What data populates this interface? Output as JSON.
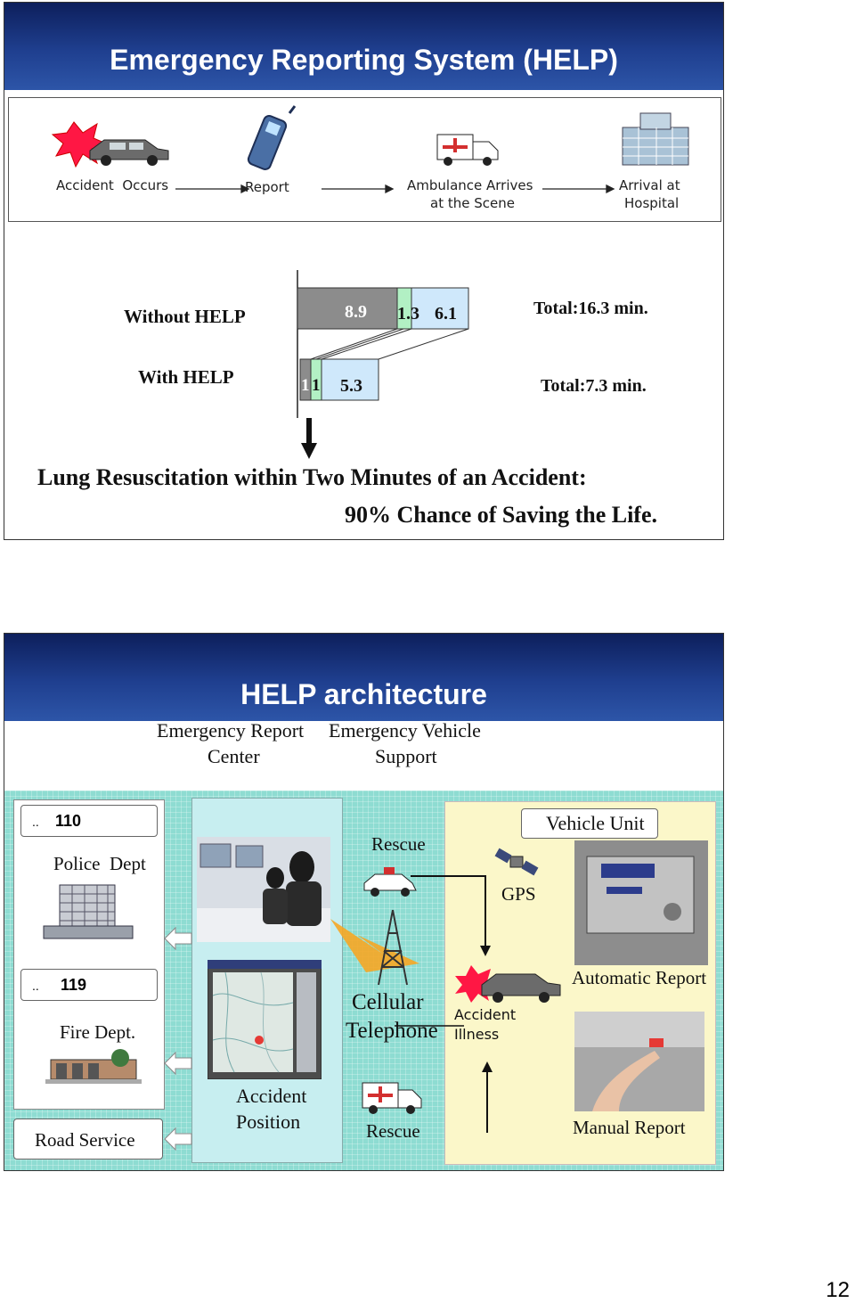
{
  "slide1": {
    "title": "Emergency Reporting System (HELP)",
    "flow": {
      "step1": "Accident  Occurs",
      "step2": "Report",
      "step3_line1": "Ambulance Arrives",
      "step3_line2": "at the Scene",
      "step4_line1": "Arrival at",
      "step4_line2": "Hospital"
    },
    "row_without": "Without HELP",
    "row_with": "With HELP",
    "without_values": [
      "8.9",
      "1.3",
      "6.1"
    ],
    "with_values": [
      "1",
      "1",
      "5.3"
    ],
    "total_without": "Total:16.3 min.",
    "total_with": "Total:7.3 min.",
    "caption_line1": "Lung Resuscitation within Two Minutes of an Accident:",
    "caption_line2": "90% Chance of Saving the Life."
  },
  "slide2": {
    "title": "HELP architecture",
    "col1_line1": "Emergency Report",
    "col1_line2": "Center",
    "col2_line1": "Emergency Vehicle",
    "col2_line2": "Support",
    "police_number": "110",
    "police_label": "Police  Dept",
    "fire_number": "119",
    "fire_label": "Fire Dept.",
    "road_service": "Road Service",
    "map_label_line1": "Accident",
    "map_label_line2": "Position",
    "rescue_top": "Rescue",
    "cellular_line1": "Cellular",
    "cellular_line2": "Telephone",
    "rescue_bottom": "Rescue",
    "gps": "GPS",
    "vehicle_unit": "Vehicle Unit",
    "accident_line1": "Accident",
    "accident_line2": "Illness",
    "automatic_report": "Automatic Report",
    "manual_report": "Manual Report",
    "dots": ".."
  },
  "page_number": "12"
}
